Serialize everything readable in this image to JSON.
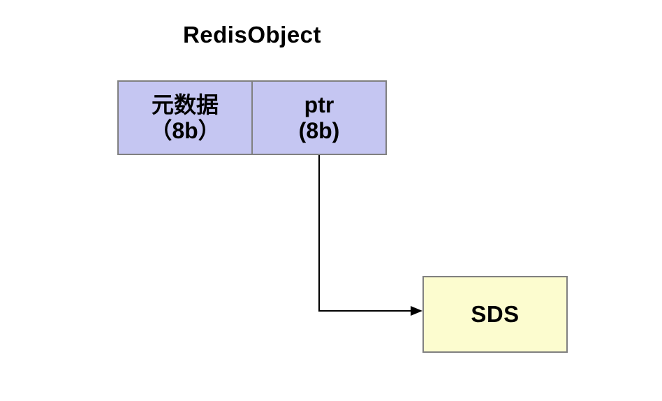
{
  "diagram": {
    "title": "RedisObject",
    "redis_object": {
      "cells": [
        {
          "line1": "元数据",
          "line2": "（8b）"
        },
        {
          "line1": "ptr",
          "line2": "(8b)"
        }
      ]
    },
    "sds": {
      "label": "SDS"
    },
    "arrow": {
      "from": "ptr",
      "to": "SDS"
    }
  },
  "colors": {
    "background": "#FFFFFF",
    "cell_fill": "#C5C6F2",
    "sds_fill": "#FCFCCF",
    "border": "#808080",
    "arrow": "#000000",
    "text": "#000000"
  }
}
